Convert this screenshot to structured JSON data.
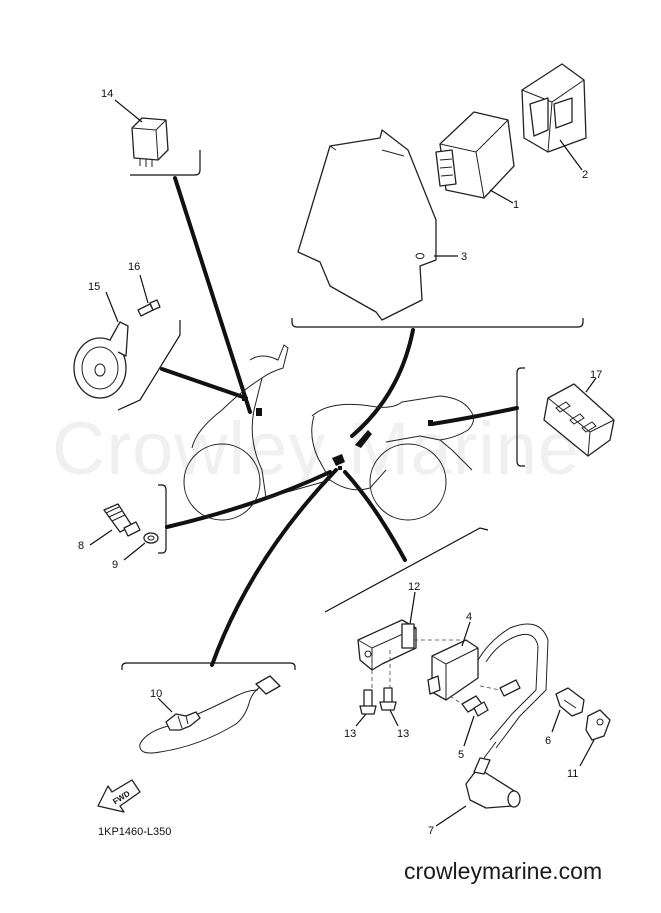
{
  "watermark": "Crowley Marine",
  "reference_code": "1KP1460-L350",
  "website": "crowleymarine.com",
  "fwd_label": "FWD",
  "callouts": {
    "c1": "1",
    "c2": "2",
    "c3": "3",
    "c4": "4",
    "c5": "5",
    "c6": "6",
    "c7": "7",
    "c8": "8",
    "c9": "9",
    "c10": "10",
    "c11": "11",
    "c12": "12",
    "c13a": "13",
    "c13b": "13",
    "c14": "14",
    "c15": "15",
    "c16": "16",
    "c17": "17"
  }
}
